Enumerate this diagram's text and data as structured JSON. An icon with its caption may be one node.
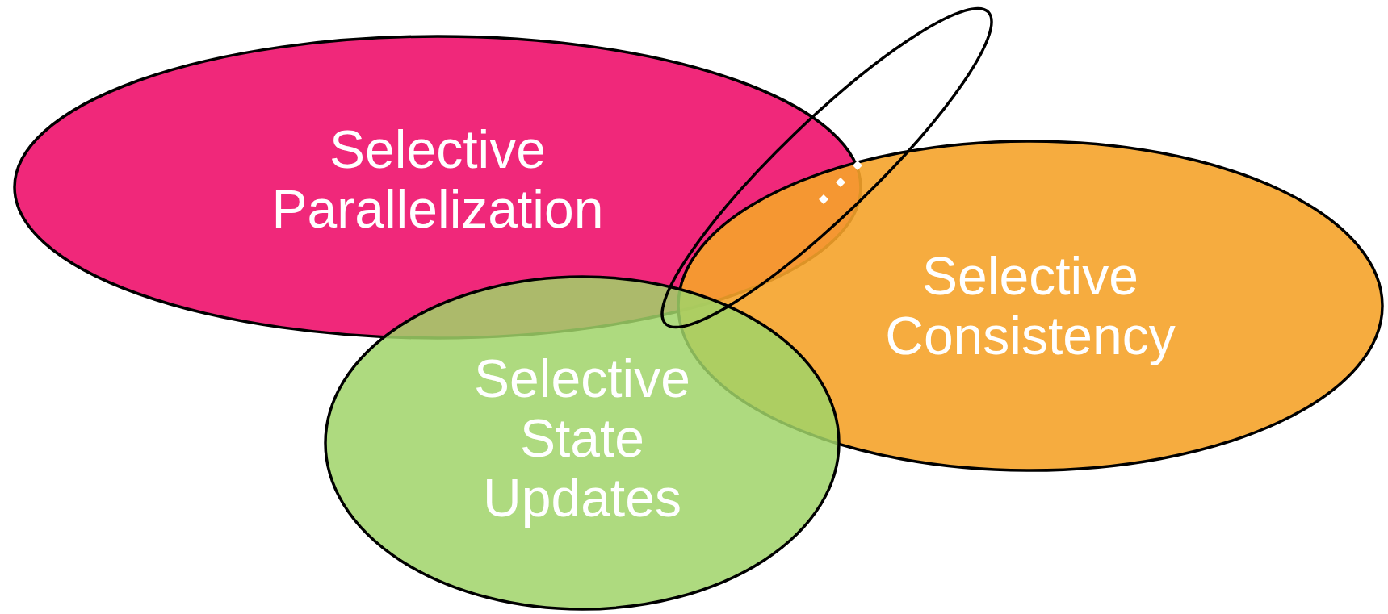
{
  "diagram": {
    "nodes": [
      {
        "text": [
          "Selective Parallelization"
        ]
      },
      {
        "text": [
          "Selective Consistency"
        ]
      },
      {
        "text": [
          "Selective State Updates"
        ]
      },
      {
        "text": [],
        "shape": "ellipse"
      }
    ]
  }
}
